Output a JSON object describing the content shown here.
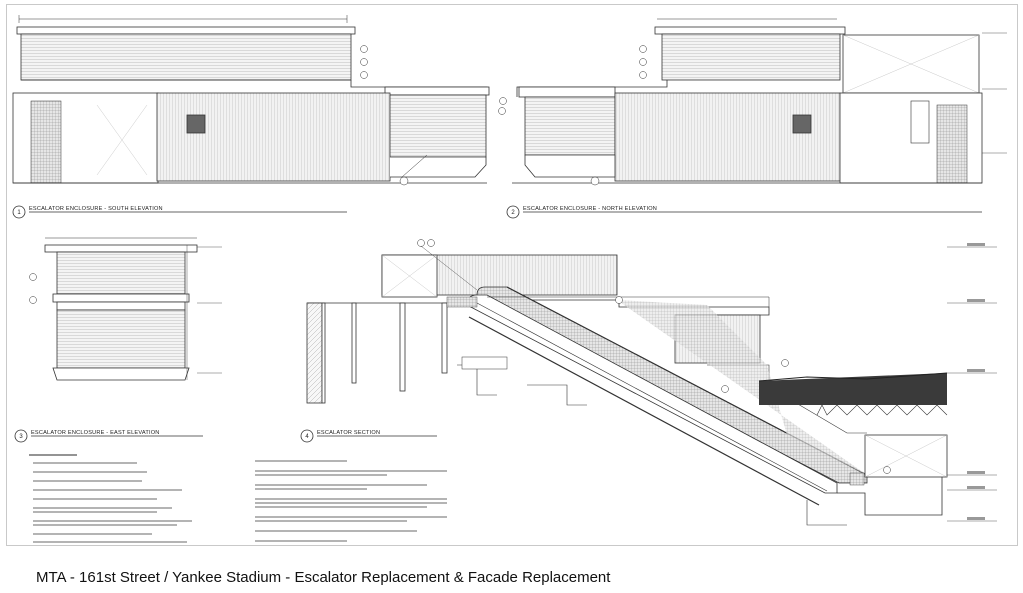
{
  "caption": "MTA - 161st Street / Yankee Stadium - Escalator Replacement & Facade Replacement",
  "views": [
    {
      "number": "1",
      "title": "ESCALATOR ENCLOSURE - SOUTH ELEVATION"
    },
    {
      "number": "2",
      "title": "ESCALATOR ENCLOSURE - NORTH ELEVATION"
    },
    {
      "number": "3",
      "title": "ESCALATOR ENCLOSURE - EAST ELEVATION"
    },
    {
      "number": "4",
      "title": "ESCALATOR SECTION"
    }
  ],
  "colors": {
    "line": "#333333",
    "hatch": "#8a8a8a",
    "panel": "#e9e9e9",
    "border": "#c9c9c9"
  }
}
